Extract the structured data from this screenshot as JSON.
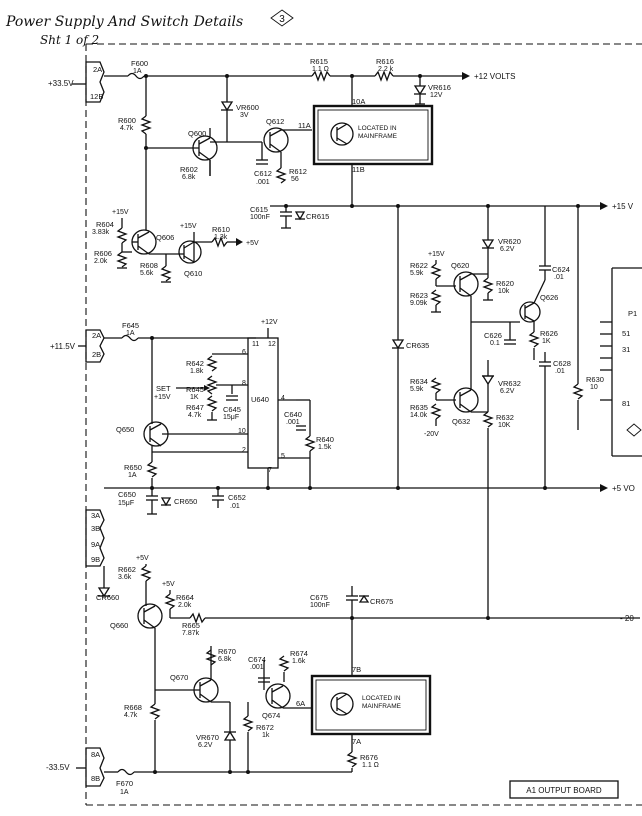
{
  "header": {
    "title": "Power Supply And Switch Details",
    "badge": "3",
    "sheet": "Sht 1 of 2"
  },
  "footer": {
    "board": "A1 OUTPUT BOARD"
  },
  "rails": {
    "p33": "+33.5V",
    "p11": "+11.5V",
    "m33": "-33.5V",
    "p12": "+12 VOLTS",
    "p15": "+15 V",
    "p5": "+5 VO",
    "m20": "- 20"
  },
  "terminals": [
    "2A",
    "12B",
    "2A",
    "2B",
    "3A",
    "3B",
    "9A",
    "9B",
    "8A",
    "8B",
    "10A",
    "11A",
    "11B",
    "7B",
    "6A",
    "7A"
  ],
  "mainframe": {
    "label1": "LOCATED IN",
    "label2": "MAINFRAME"
  },
  "labels": {
    "f600_ref": "F600",
    "f600_val": "1A",
    "r615_ref": "R615",
    "r615_val": "1.1 Ω",
    "r616_ref": "R616",
    "r616_val": "2.2 k",
    "vr616_ref": "VR616",
    "vr616_val": "12V",
    "vr600_ref": "VR600",
    "vr600_val": "3V",
    "r600_ref": "R600",
    "r600_val": "4.7k",
    "q600": "Q600",
    "q612": "Q612",
    "r602_ref": "R602",
    "r602_val": "6.8k",
    "c612_ref": "C612",
    "c612_val": ".001",
    "r612_ref": "R612",
    "r612_val": "56",
    "c615_ref": "C615",
    "c615_val": "100nF",
    "cr615": "CR615",
    "plus15a": "+15V",
    "r604_ref": "R604",
    "r604_val": "3.83k",
    "q606": "Q606",
    "plus15b": "+15V",
    "r610_ref": "R610",
    "r610_val": "1.3k",
    "plus5a": "+5V",
    "r606_ref": "R606",
    "r606_val": "2.0k",
    "r608_ref": "R608",
    "r608_val": "5.6k",
    "q610": "Q610",
    "f645_ref": "F645",
    "f645_val": "1A",
    "plus12": "+12V",
    "r642_ref": "R642",
    "r642_val": "1.8k",
    "set_label": "SET",
    "set_val": "+15V",
    "r645_ref": "R645",
    "r645_val": "1K",
    "r647_ref": "R647",
    "r647_val": "4.7k",
    "c645_ref": "C645",
    "c645_val": "15μF",
    "u640": "U640",
    "c640_ref": "C640",
    "c640_val": ".001",
    "r640_ref": "R640",
    "r640_val": "1.5k",
    "q650": "Q650",
    "r650_ref": "R650",
    "r650_val": "1A",
    "c650_ref": "C650",
    "c650_val": "15μF",
    "cr650": "CR650",
    "c652_ref": "C652",
    "c652_val": ".01",
    "cr635": "CR635",
    "plus15c": "+15V",
    "r622_ref": "R622",
    "r622_val": "5.9k",
    "r623_ref": "R623",
    "r623_val": "9.09k",
    "q620": "Q620",
    "r620_ref": "R620",
    "r620_val": "10k",
    "vr620_ref": "VR620",
    "vr620_val": "6.2V",
    "c624_ref": "C624",
    "c624_val": ".01",
    "q626": "Q626",
    "c626_ref": "C626",
    "c626_val": "0.1",
    "r626_ref": "R626",
    "r626_val": "1K",
    "c628_ref": "C628",
    "c628_val": ".01",
    "r634_ref": "R634",
    "r634_val": "5.9k",
    "r635_ref": "R635",
    "r635_val": "14.0k",
    "minus20": "-20V",
    "q632": "Q632",
    "vr632_ref": "VR632",
    "vr632_val": "6.2V",
    "r632_ref": "R632",
    "r632_val": "10K",
    "r630_ref": "R630",
    "r630_val": "10",
    "plus5b": "+5V",
    "r662_ref": "R662",
    "r662_val": "3.6k",
    "plus5c": "+5V",
    "cr660": "CR660",
    "r664_ref": "R664",
    "r664_val": "2.0k",
    "q660": "Q660",
    "r665_ref": "R665",
    "r665_val": "7.87k",
    "c675_ref": "C675",
    "c675_val": "100nF",
    "cr675": "CR675",
    "q670": "Q670",
    "r670_ref": "R670",
    "r670_val": "6.8k",
    "c674_ref": "C674",
    "c674_val": ".001",
    "r674_ref": "R674",
    "r674_val": "1.6k",
    "q674": "Q674",
    "r672_ref": "R672",
    "r672_val": "1k",
    "r668_ref": "R668",
    "r668_val": "4.7k",
    "vr670_ref": "VR670",
    "vr670_val": "6.2V",
    "r676_ref": "R676",
    "r676_val": "1.1 Ω",
    "f670_ref": "F670",
    "f670_val": "1A",
    "conn_p1": "P1",
    "conn_51": "51",
    "conn_31": "31",
    "conn_81": "81"
  },
  "u640_pins": [
    "6",
    "8",
    "10",
    "2",
    "11",
    "12",
    "4",
    "5",
    "7"
  ]
}
